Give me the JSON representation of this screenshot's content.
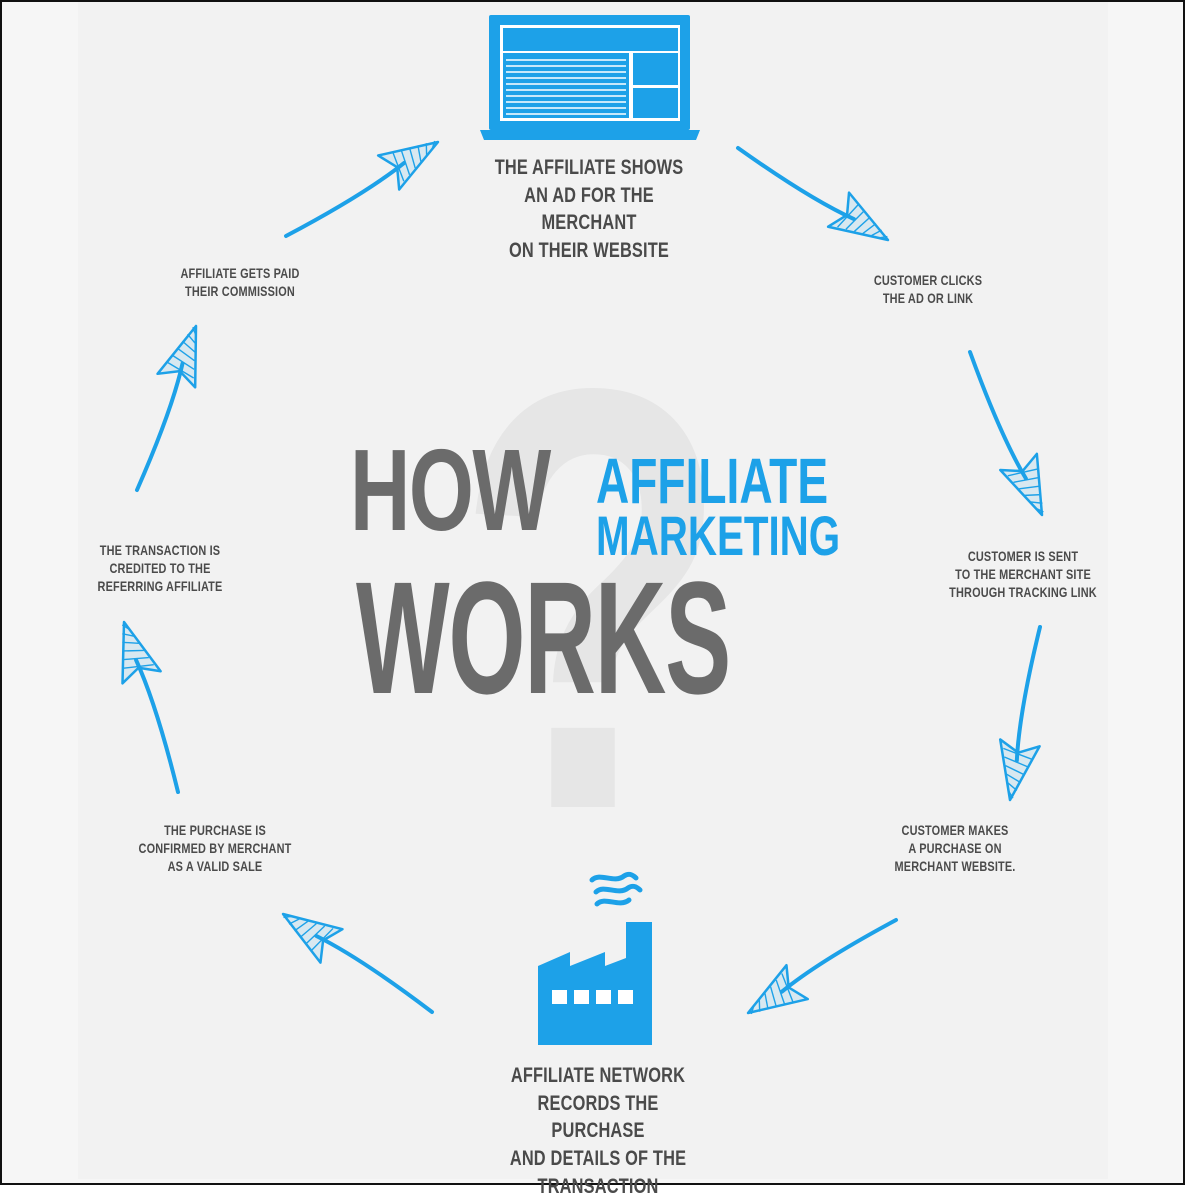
{
  "title": {
    "how": "HOW",
    "affiliate": "AFFILIATE",
    "marketing": "MARKETING",
    "works": "WORKS",
    "background_mark": "?"
  },
  "steps": [
    {
      "lines": [
        "THE AFFILIATE SHOWS",
        "AN AD FOR THE MERCHANT",
        "ON THEIR WEBSITE"
      ]
    },
    {
      "lines": [
        "CUSTOMER CLICKS",
        "THE AD OR LINK"
      ]
    },
    {
      "lines": [
        "CUSTOMER IS SENT",
        "TO THE MERCHANT SITE",
        "THROUGH TRACKING LINK"
      ]
    },
    {
      "lines": [
        "CUSTOMER MAKES",
        "A PURCHASE ON",
        "MERCHANT WEBSITE."
      ]
    },
    {
      "lines": [
        "AFFILIATE NETWORK",
        "RECORDS THE PURCHASE",
        "AND DETAILS OF THE",
        "TRANSACTION"
      ]
    },
    {
      "lines": [
        "THE PURCHASE IS",
        "CONFIRMED BY MERCHANT",
        "AS A VALID SALE"
      ]
    },
    {
      "lines": [
        "THE TRANSACTION IS",
        "CREDITED TO THE",
        "REFERRING AFFILIATE"
      ]
    },
    {
      "lines": [
        "AFFILIATE GETS PAID",
        "THEIR COMMISSION"
      ]
    }
  ],
  "icons": {
    "top": "laptop-icon",
    "bottom": "factory-icon",
    "arrows": "arrow-icon"
  },
  "colors": {
    "accent": "#1da1e8",
    "text": "#4b4b4b",
    "title_gray": "#6b6b6b",
    "background": "#f2f2f2"
  }
}
